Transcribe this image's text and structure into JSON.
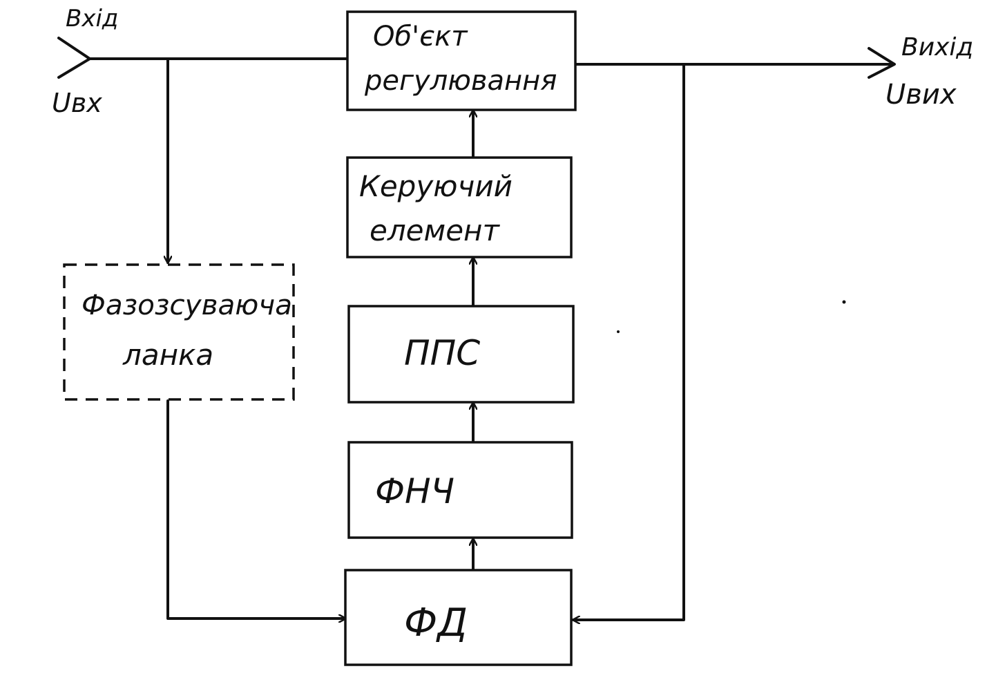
{
  "labels": {
    "input_word": "Вхід",
    "input_signal": "Uвх",
    "output_word": "Вихід",
    "output_signal": "Uвих"
  },
  "blocks": {
    "plant": {
      "line1": "Об'єкт",
      "line2": "регулювання"
    },
    "control": {
      "line1": "Керуючий",
      "line2": "елемент"
    },
    "pps": {
      "text": "ППС"
    },
    "lpf": {
      "text": "ФНЧ"
    },
    "pd": {
      "text": "ФД"
    },
    "phase_shifter": {
      "line1": "Фазозсуваюча",
      "line2": "ланка"
    }
  },
  "colors": {
    "ink": "#111111",
    "paper": "#ffffff"
  }
}
